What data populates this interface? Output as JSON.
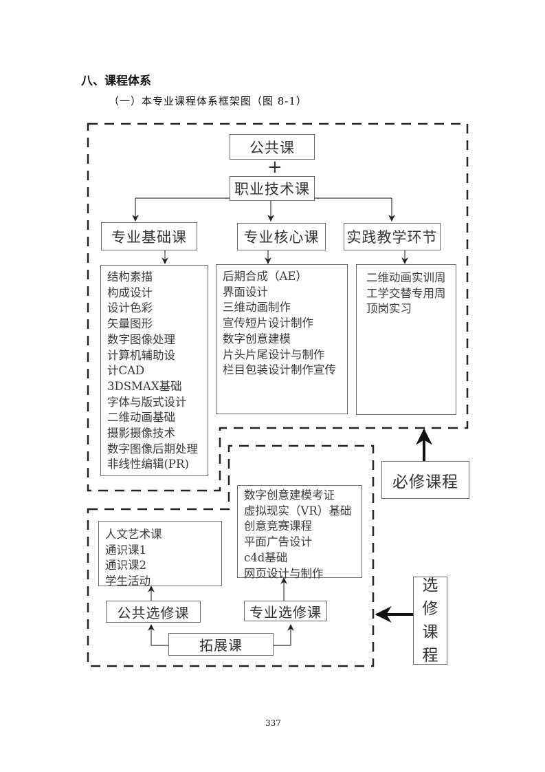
{
  "section_title": "八、课程体系",
  "subsection_title": "（一）本专业课程体系框架图（图 8-1）",
  "diagram": {
    "required": {
      "public_course": "公共课",
      "plus_sign": "+",
      "vocational_course": "职业技术课",
      "columns": [
        {
          "header": "专业基础课",
          "items": [
            "结构素描",
            "构成设计",
            "设计色彩",
            "矢量图形",
            "数字图像处理",
            "计算机辅助设",
            "计CAD",
            "3DSMAX基础",
            "字体与版式设计",
            "二维动画基础",
            "摄影摄像技术",
            "数字图像后期处理",
            "非线性编辑(PR)"
          ]
        },
        {
          "header": "专业核心课",
          "items": [
            "后期合成（AE）",
            "界面设计",
            "三维动画制作",
            "宣传短片设计制作",
            "数字创意建模",
            "片头片尾设计与制作",
            "栏目包装设计制作宣传"
          ]
        },
        {
          "header": "实践教学环节",
          "items": [
            "二维动画实训周",
            "工学交替专用周",
            "顶岗实习"
          ]
        }
      ],
      "label": "必修课程"
    },
    "elective": {
      "extension_course": "拓展课",
      "public_elective": {
        "header": "公共选修课",
        "items": [
          "人文艺术课",
          "通识课1",
          "通识课2",
          "学生活动"
        ]
      },
      "major_elective": {
        "header": "专业选修课",
        "items": [
          "数字创意建模考证",
          "虚拟现实（VR）基础",
          "创意竞赛课程",
          "平面广告设计",
          "c4d基础",
          "网页设计与制作"
        ]
      },
      "label_chars": [
        "选",
        "修",
        "课",
        "程"
      ]
    }
  },
  "page_number": "337"
}
